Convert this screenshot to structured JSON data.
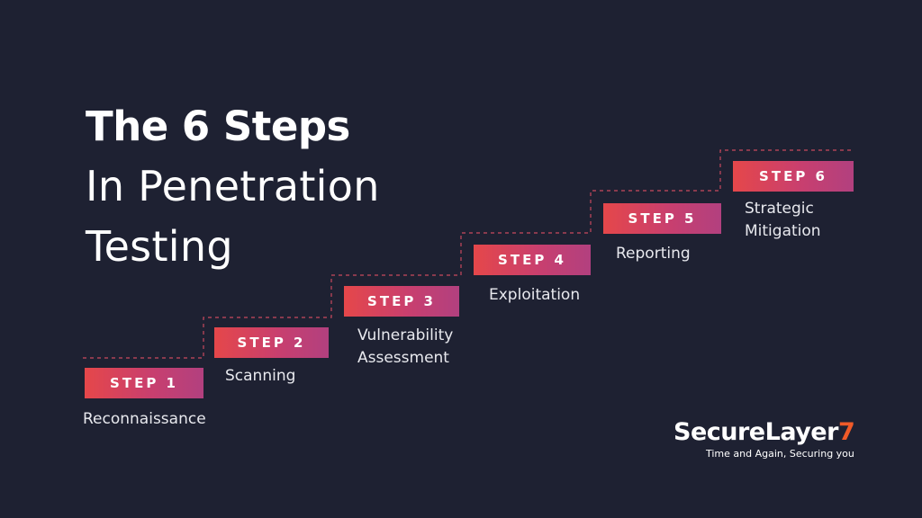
{
  "title": {
    "line1": "The 6 Steps",
    "line2": "In Penetration",
    "line3": "Testing"
  },
  "steps": [
    {
      "badge": "STEP 1",
      "label": "Reconnaissance"
    },
    {
      "badge": "STEP 2",
      "label": "Scanning"
    },
    {
      "badge": "STEP 3",
      "label": "Vulnerability\nAssessment"
    },
    {
      "badge": "STEP 4",
      "label": "Exploitation"
    },
    {
      "badge": "STEP 5",
      "label": "Reporting"
    },
    {
      "badge": "STEP 6",
      "label": "Strategic\nMitigation"
    }
  ],
  "logo": {
    "name": "SecureLayer",
    "name_accent": "7",
    "tagline": "Time and Again, Securing you"
  },
  "colors": {
    "background": "#1e2132",
    "badge_gradient_start": "#e5474a",
    "badge_gradient_end": "#b2407f",
    "staircase_line": "#c9495e",
    "logo_accent": "#f05a28"
  }
}
